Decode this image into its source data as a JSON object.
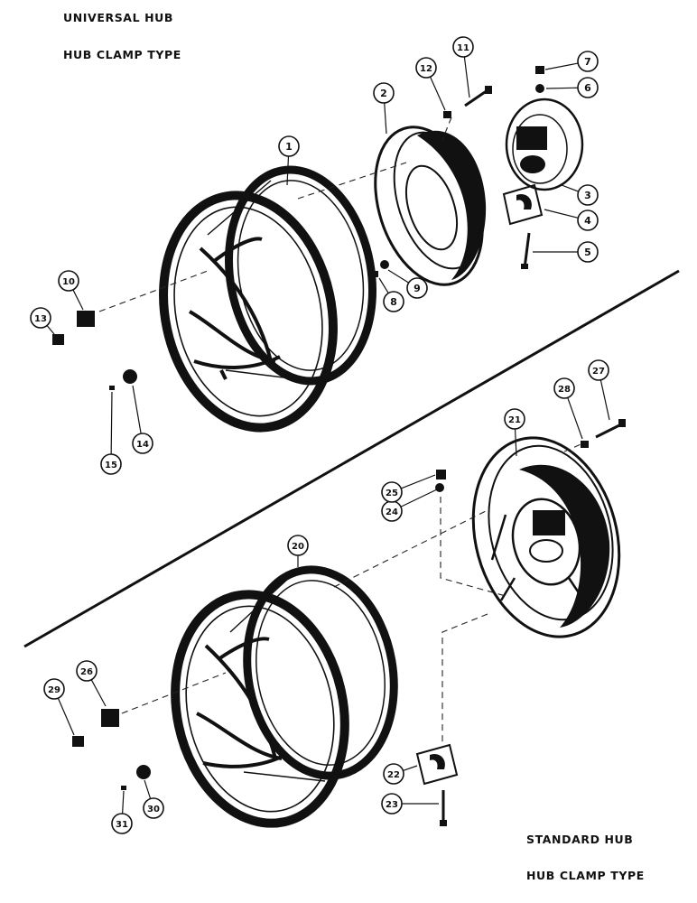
{
  "titles": {
    "universal_hub": "UNIVERSAL HUB",
    "universal_hub_type": "HUB CLAMP TYPE",
    "standard_hub": "STANDARD HUB",
    "standard_hub_type": "HUB CLAMP TYPE"
  },
  "callouts": [
    "1",
    "2",
    "3",
    "4",
    "5",
    "6",
    "7",
    "8",
    "9",
    "10",
    "11",
    "12",
    "13",
    "14",
    "15",
    "20",
    "21",
    "22",
    "23",
    "24",
    "25",
    "26",
    "27",
    "28",
    "29",
    "30",
    "31"
  ],
  "colors": {
    "ink": "#111111",
    "paper": "#ffffff"
  }
}
